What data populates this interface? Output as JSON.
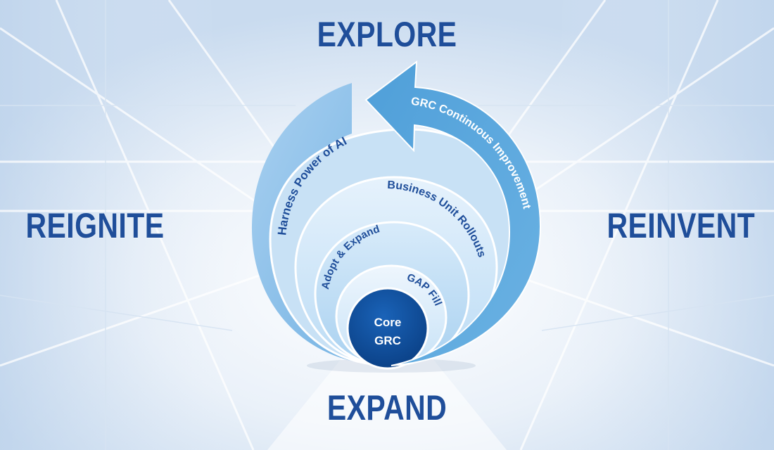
{
  "quadrants": {
    "top": "EXPLORE",
    "bottom": "EXPAND",
    "left": "REIGNITE",
    "right": "REINVENT"
  },
  "rings": {
    "outer": "Harness Power of AI",
    "ring3": "Business Unit Rollouts",
    "ring2": "Adopt & Expand",
    "ring1": "GAP Fill"
  },
  "core": {
    "line1": "Core",
    "line2": "GRC"
  },
  "arrow": {
    "label": "GRC Continuous Improvement"
  },
  "colors": {
    "title_blue": "#1f4e9a",
    "core_blue": "#0b4a96",
    "arrow_blue": "#5aa5dc",
    "background": "#eef3fa"
  }
}
